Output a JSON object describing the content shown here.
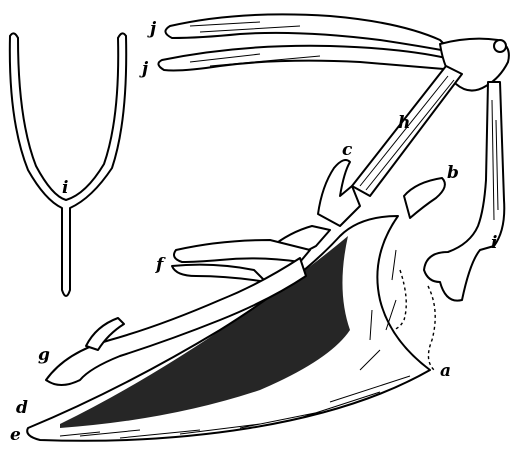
{
  "labels": {
    "a": "a",
    "b": "b",
    "c": "c",
    "d": "d",
    "e": "e",
    "f": "f",
    "g": "g",
    "h": "h",
    "i_wishbone": "i",
    "i_coracoid": "i",
    "j_upper": "j",
    "j_lower": "j"
  },
  "colors": {
    "ink": "#000000",
    "paper": "#ffffff"
  }
}
